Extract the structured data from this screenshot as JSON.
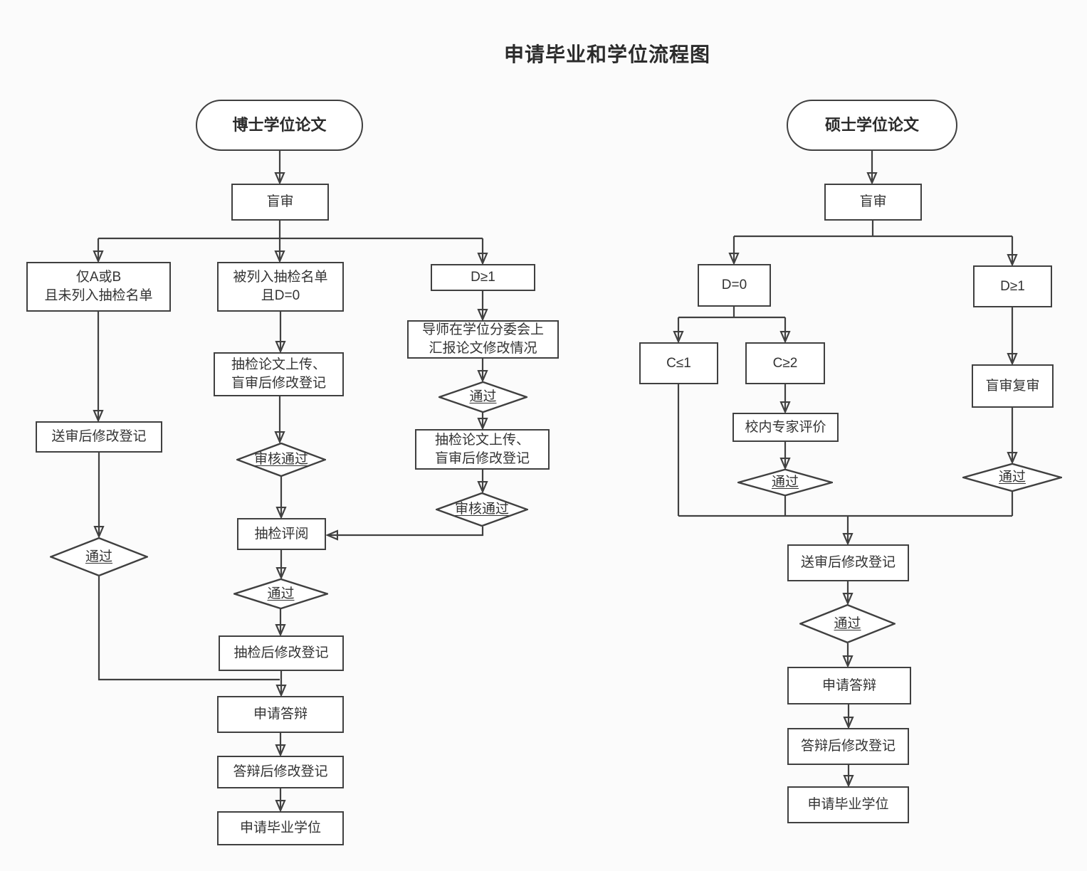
{
  "title": "申请毕业和学位流程图",
  "colors": {
    "background": "#fbfbfb",
    "node_fill": "#ffffff",
    "line": "#404040",
    "text": "#333333"
  },
  "doctoral": {
    "start": "博士学位论文",
    "blind_review": "盲审",
    "branch_only_ab": "仅A或B\n且未列入抽检名单",
    "branch_listed_d0": "被列入抽检名单\n且D=0",
    "branch_d_ge_1": "D≥1",
    "post_review_registration": "送审后修改登记",
    "pass_left": "通过",
    "upload_after_blind_mid": "抽检论文上传、\n盲审后修改登记",
    "audit_pass_mid": "审核通过",
    "supervisor_report": "导师在学位分委会上\n汇报论文修改情况",
    "pass_right": "通过",
    "upload_after_blind_right": "抽检论文上传、\n盲审后修改登记",
    "audit_pass_right": "审核通过",
    "spot_check_review": "抽检评阅",
    "pass_mid": "通过",
    "post_spot_check_registration": "抽检后修改登记",
    "apply_defense": "申请答辩",
    "post_defense_registration": "答辩后修改登记",
    "apply_graduation_degree": "申请毕业学位"
  },
  "master": {
    "start": "硕士学位论文",
    "blind_review": "盲审",
    "branch_d0": "D=0",
    "branch_d_ge_1": "D≥1",
    "c_le_1": "C≤1",
    "c_ge_2": "C≥2",
    "expert_evaluation": "校内专家评价",
    "pass_expert": "通过",
    "blind_re_review": "盲审复审",
    "pass_re_review": "通过",
    "post_review_registration": "送审后修改登记",
    "pass_final": "通过",
    "apply_defense": "申请答辩",
    "post_defense_registration": "答辩后修改登记",
    "apply_graduation_degree": "申请毕业学位"
  }
}
